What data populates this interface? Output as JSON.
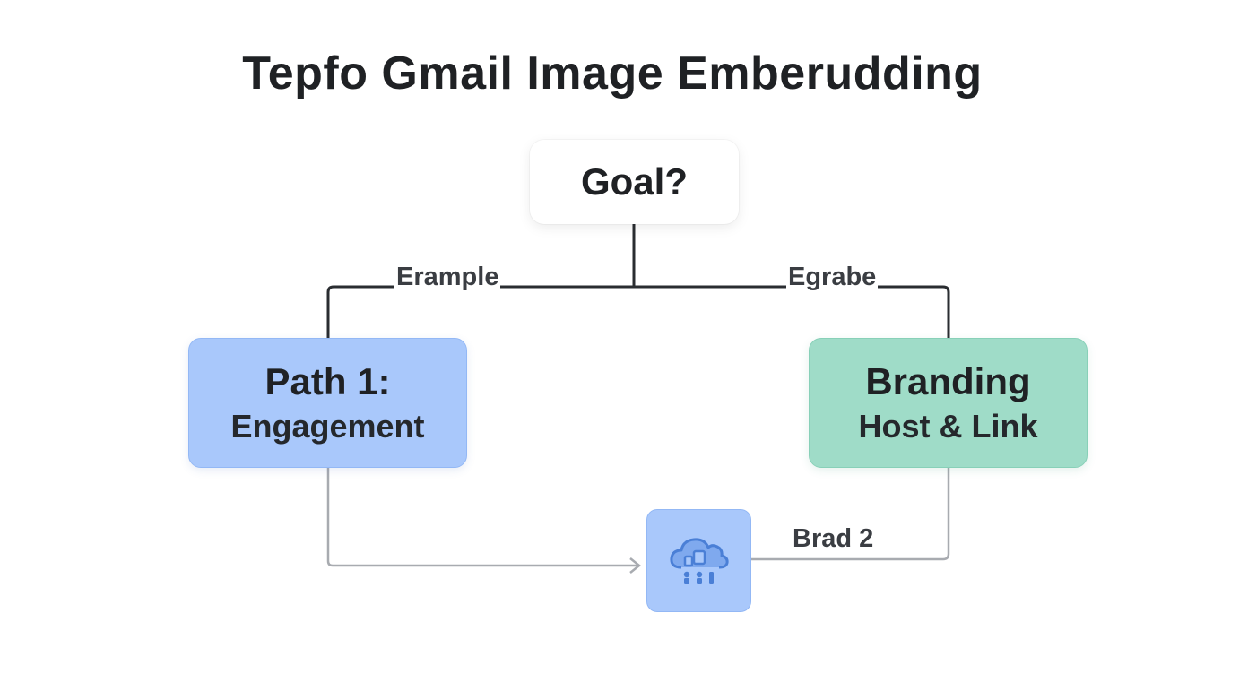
{
  "title": "Tepfo Gmail Image Emberudding",
  "nodes": {
    "goal": {
      "label": "Goal?"
    },
    "path1": {
      "line1": "Path 1:",
      "line2": "Engagement"
    },
    "branding": {
      "line1": "Branding",
      "line2": "Host & Link"
    },
    "cloud": {
      "icon": "cloud-hosting-icon"
    }
  },
  "edge_labels": {
    "left": "Erample",
    "right": "Egrabe",
    "bottom": "Brad 2"
  },
  "colors": {
    "path1_fill": "#a9c8fb",
    "branding_fill": "#9fdcc8",
    "cloud_fill": "#a9c8fb",
    "icon_blue": "#4a7fd6",
    "connector_dark": "#2a2d31",
    "connector_light": "#a8abb0"
  }
}
